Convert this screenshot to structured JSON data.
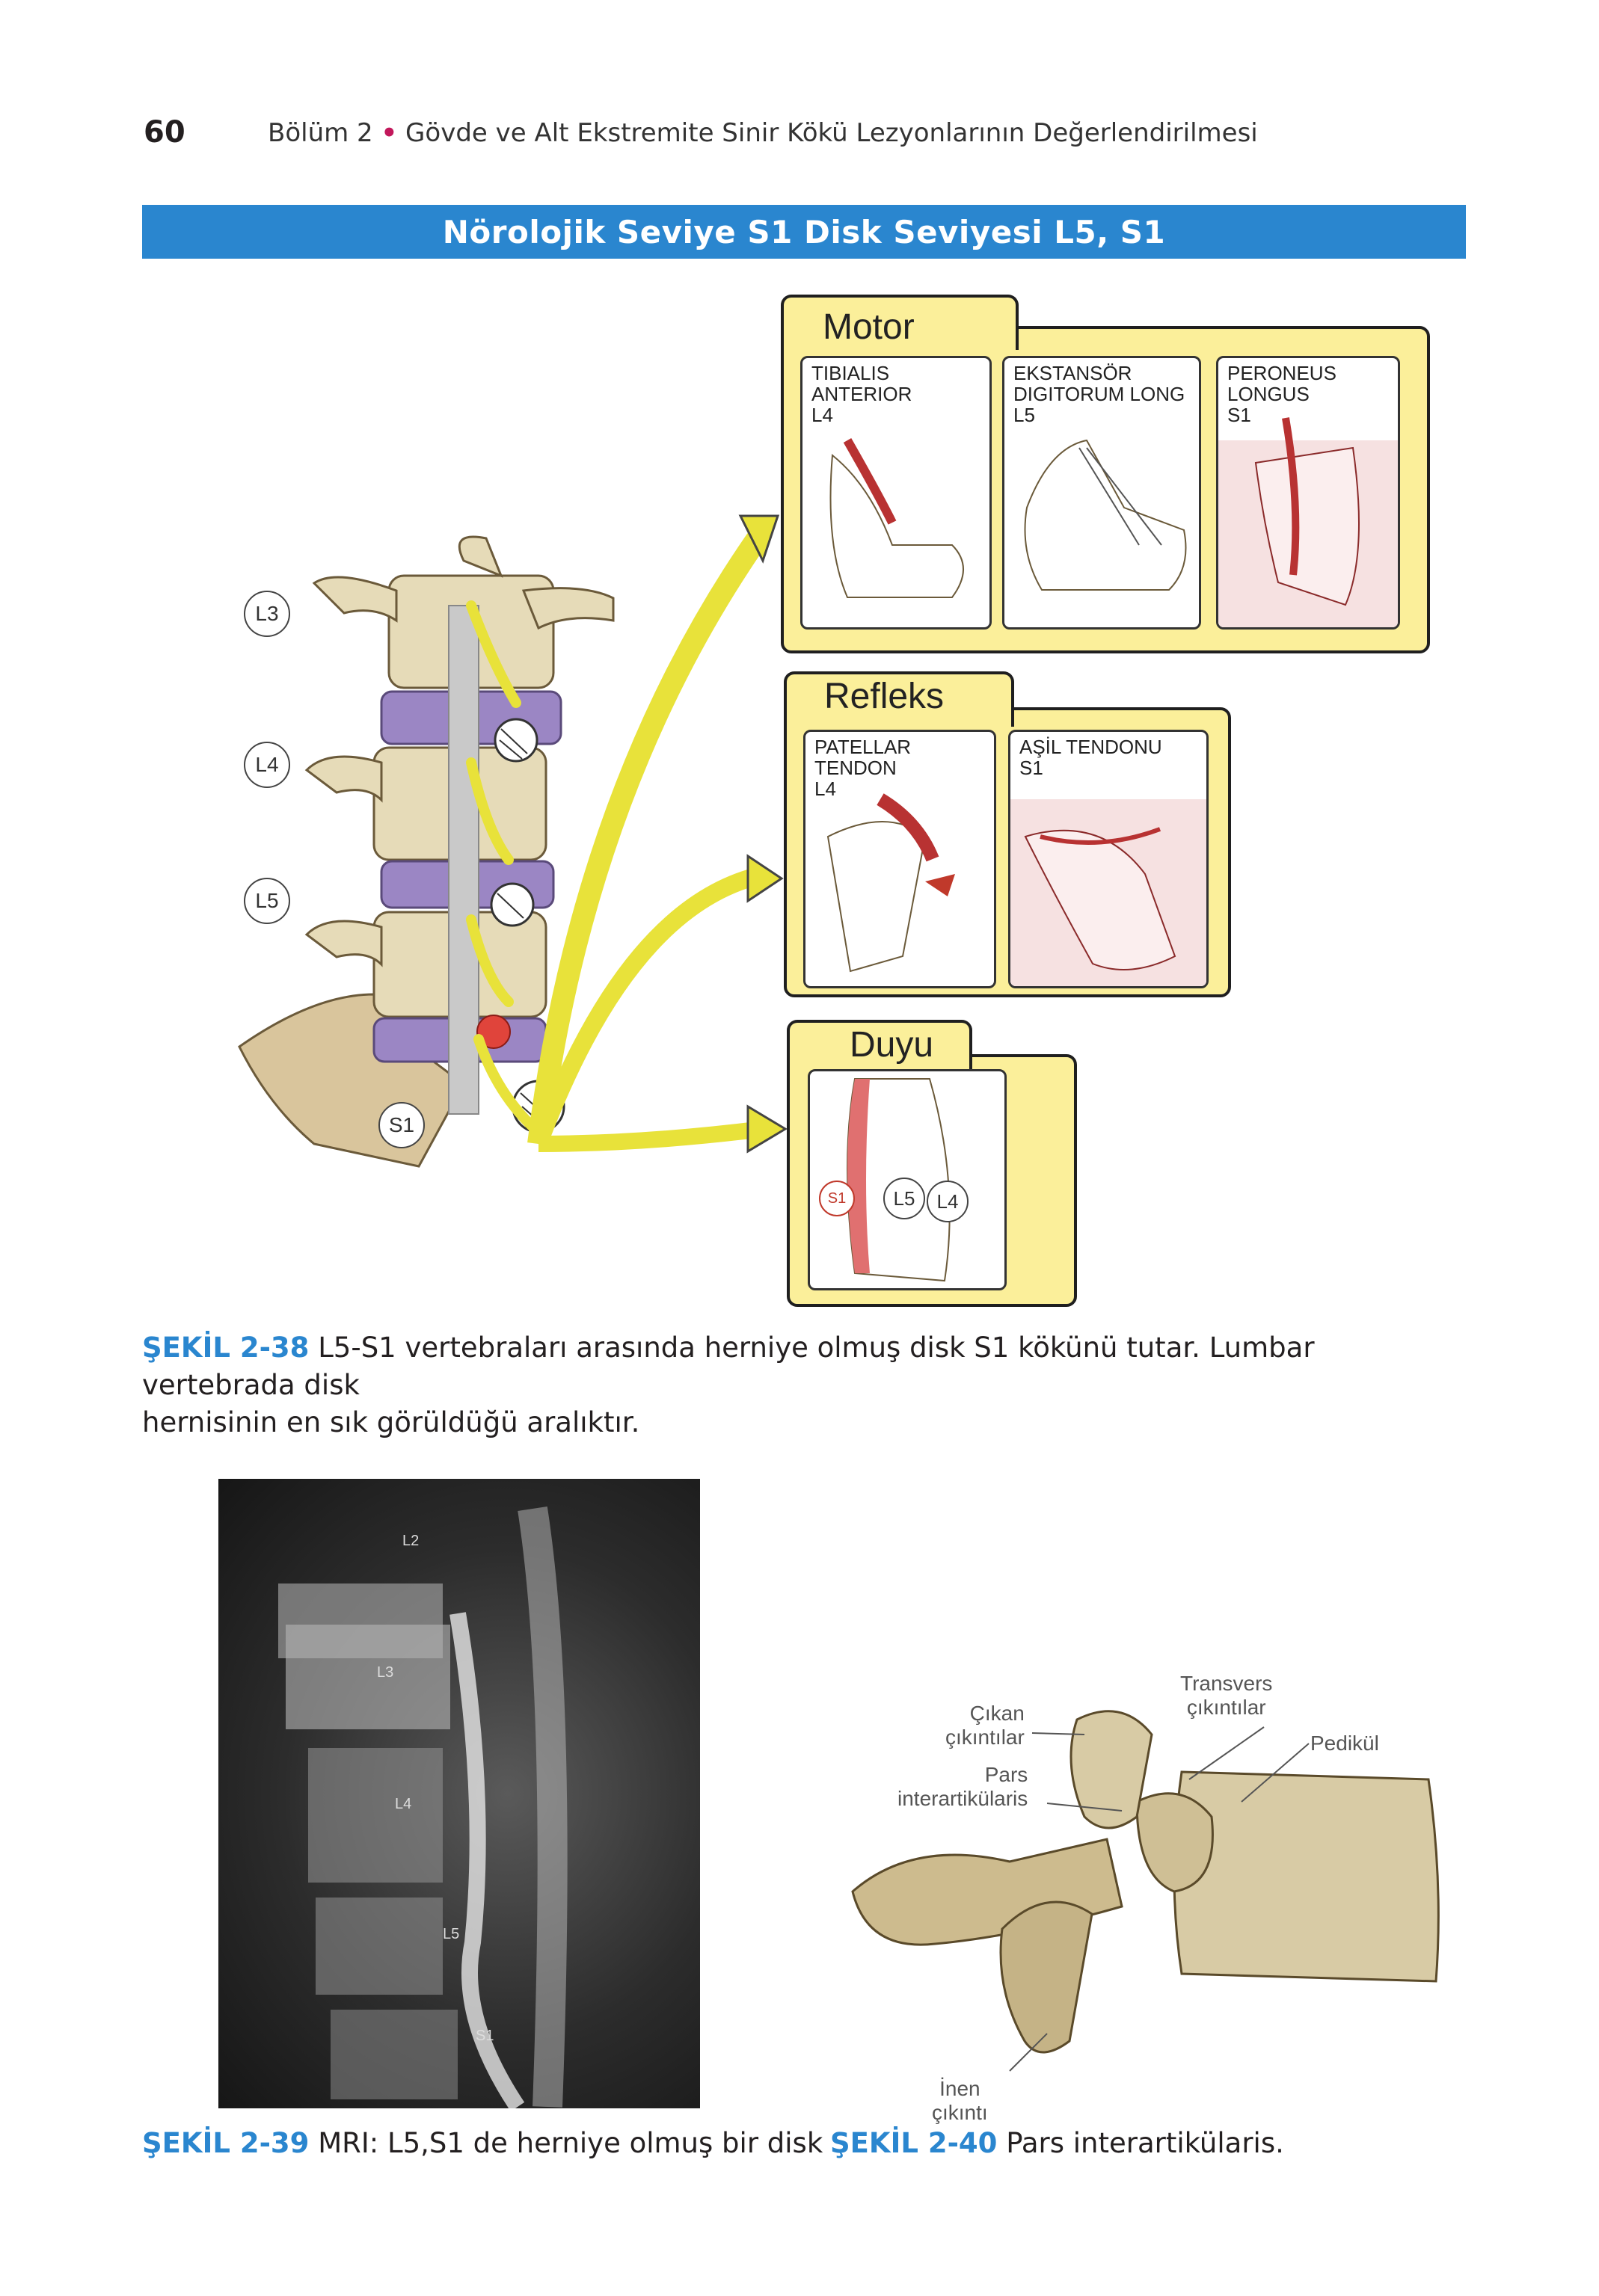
{
  "header": {
    "page_number": "60",
    "running_title_prefix": "Bölüm 2",
    "bullet": "•",
    "running_title": "Gövde ve Alt Ekstremite Sinir Kökü Lezyonlarının Değerlendirilmesi"
  },
  "banner": {
    "title": "Nörolojik Seviye S1 Disk Seviyesi L5, S1"
  },
  "figure_2_38": {
    "levels": [
      "L3",
      "L4",
      "L5",
      "S1"
    ],
    "motor": {
      "title": "Motor",
      "panels": [
        "TIBIALIS\nANTERIOR\nL4",
        "EKSTANSÖR\nDIGITORUM LONG\nL5",
        "PERONEUS\nLONGUS\nS1"
      ]
    },
    "reflex": {
      "title": "Refleks",
      "panels": [
        "PATELLAR\nTENDON\nL4",
        "AŞİL TENDONU\nS1"
      ]
    },
    "sensory": {
      "title": "Duyu",
      "dermatomes": [
        "S1",
        "L5",
        "L4"
      ]
    },
    "caption_no": "ŞEKİL 2-38",
    "caption_text": "L5-S1 vertebraları arasında herniye olmuş disk S1 kökünü tutar. Lumbar vertebrada disk",
    "caption_text_2": "hernisinin en sık görüldüğü aralıktır."
  },
  "figure_2_39": {
    "labels": [
      "L2",
      "L3",
      "L4",
      "L5",
      "S1"
    ],
    "caption_no": "ŞEKİL 2-39",
    "caption_text": "MRI: L5,S1 de herniye olmuş bir disk"
  },
  "figure_2_40": {
    "labels": {
      "ascending": "Çıkan\nçıkıntılar",
      "pars": "Pars\ninterartikülaris",
      "transverse": "Transvers\nçıkıntılar",
      "pedicle": "Pedikül",
      "descending": "İnen\nçıkıntı"
    },
    "caption_no": "ŞEKİL 2-40",
    "caption_text": "Pars interartikülaris."
  },
  "colors": {
    "banner": "#2a86cf",
    "figure_number": "#2a86cf",
    "folder": "#fbef9a",
    "nerve": "#e8e23a",
    "disc": "#9b86c4",
    "bone": "#e3d6b3",
    "muscle": "#b83232"
  }
}
